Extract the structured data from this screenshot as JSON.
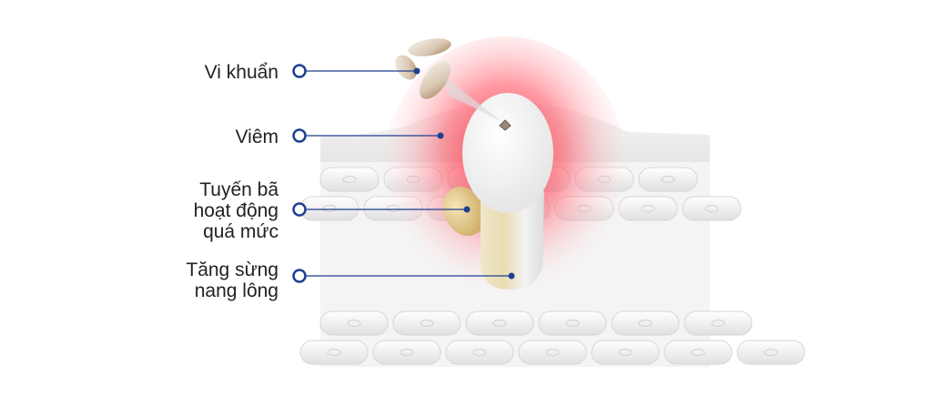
{
  "labels": {
    "bacteria": {
      "lines": [
        "Vi khuẩn"
      ]
    },
    "inflammation": {
      "lines": [
        "Viêm"
      ]
    },
    "sebaceous": {
      "lines": [
        "Tuyến bã",
        "hoạt động",
        "quá mức"
      ]
    },
    "keratinization": {
      "lines": [
        "Tăng sừng",
        "nang lông"
      ]
    }
  },
  "colors": {
    "leader_line": "#1f3f8f",
    "marker_ring": "#1f3f8f",
    "inflammation_glow": "#ff2a3a",
    "skin": "#eeeeee",
    "text": "#222222"
  },
  "icons": [
    "bacteria-icon",
    "sebaceous-gland-icon",
    "hair-follicle-icon",
    "skin-cell-icon"
  ]
}
